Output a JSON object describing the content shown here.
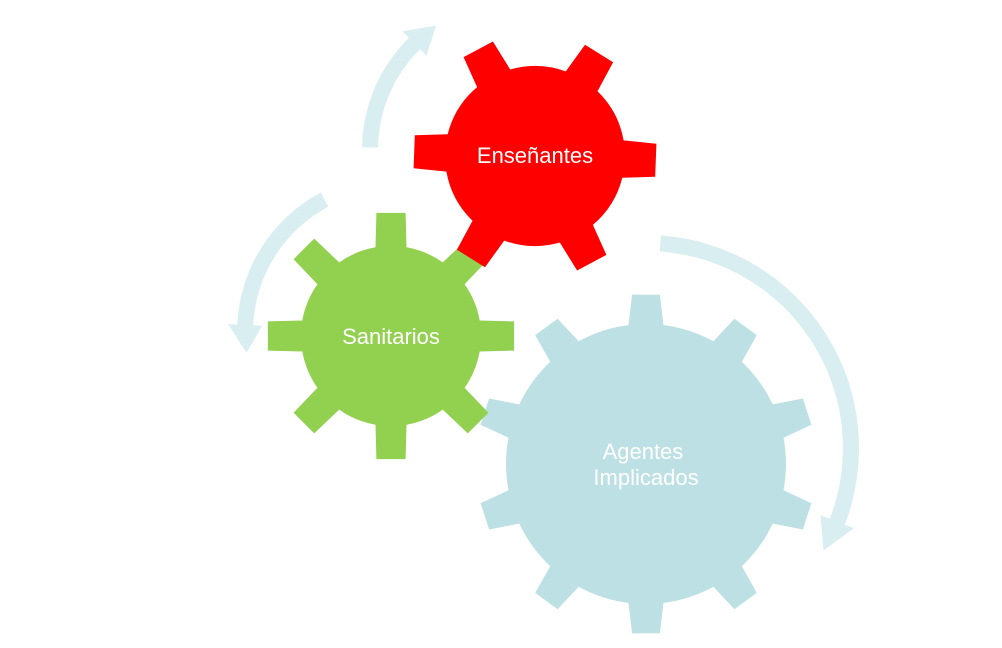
{
  "diagram": {
    "gears": [
      {
        "id": "ensenantes",
        "label": "Enseñantes",
        "color": "#ff0000"
      },
      {
        "id": "sanitarios",
        "label": "Sanitarios",
        "color": "#92d050"
      },
      {
        "id": "agentes",
        "label": "Agentes Implicados",
        "label_lines": [
          "Agentes",
          "Implicados"
        ],
        "color": "#bde0e4"
      }
    ],
    "arrow_color": "#d9eef0"
  }
}
